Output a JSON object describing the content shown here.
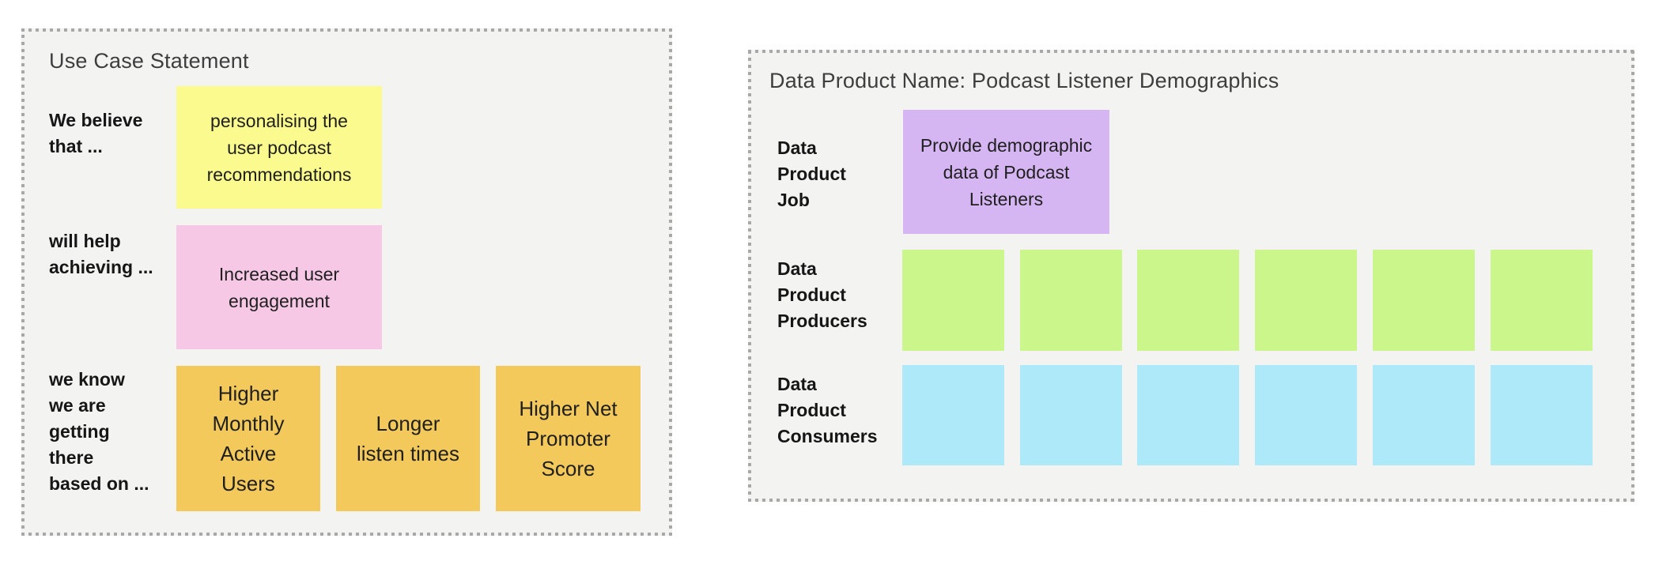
{
  "left_panel": {
    "title": "Use Case Statement",
    "rows": [
      {
        "label": "We believe\nthat ...",
        "sticky_text": "personalising the\nuser podcast\nrecommendations",
        "sticky_color": "#FAFA8E"
      },
      {
        "label": "will help\nachieving ...",
        "sticky_text": "Increased user\nengagement",
        "sticky_color": "#F6C8E5"
      },
      {
        "label": "we know\nwe are\ngetting\nthere\nbased on ...",
        "stickies": [
          {
            "text": "Higher\nMonthly\nActive\nUsers",
            "color": "#F2C95A"
          },
          {
            "text": "Longer\nlisten times",
            "color": "#F2C95A"
          },
          {
            "text": "Higher Net\nPromoter\nScore",
            "color": "#F2C95A"
          }
        ]
      }
    ]
  },
  "right_panel": {
    "title": "Data Product Name: Podcast Listener Demographics",
    "rows": [
      {
        "label": "Data\nProduct\nJob",
        "sticky_text": "Provide demographic\ndata of Podcast\nListeners",
        "sticky_color": "#D6B5F3"
      },
      {
        "label": "Data\nProduct\nProducers",
        "sticky_color": "#CBF68C",
        "sticky_count": 6,
        "sticky_text": ""
      },
      {
        "label": "Data\nProduct\nConsumers",
        "sticky_color": "#ADE9F8",
        "sticky_count": 6,
        "sticky_text": ""
      }
    ]
  },
  "colors": {
    "canvas_background": "#FFFFFF",
    "panel_background": "#F3F3F1",
    "panel_border_dots": "#A8A8A8",
    "title_text": "#3E3E3E",
    "label_text": "#161616",
    "sticky_text": "#1F1F1F"
  }
}
